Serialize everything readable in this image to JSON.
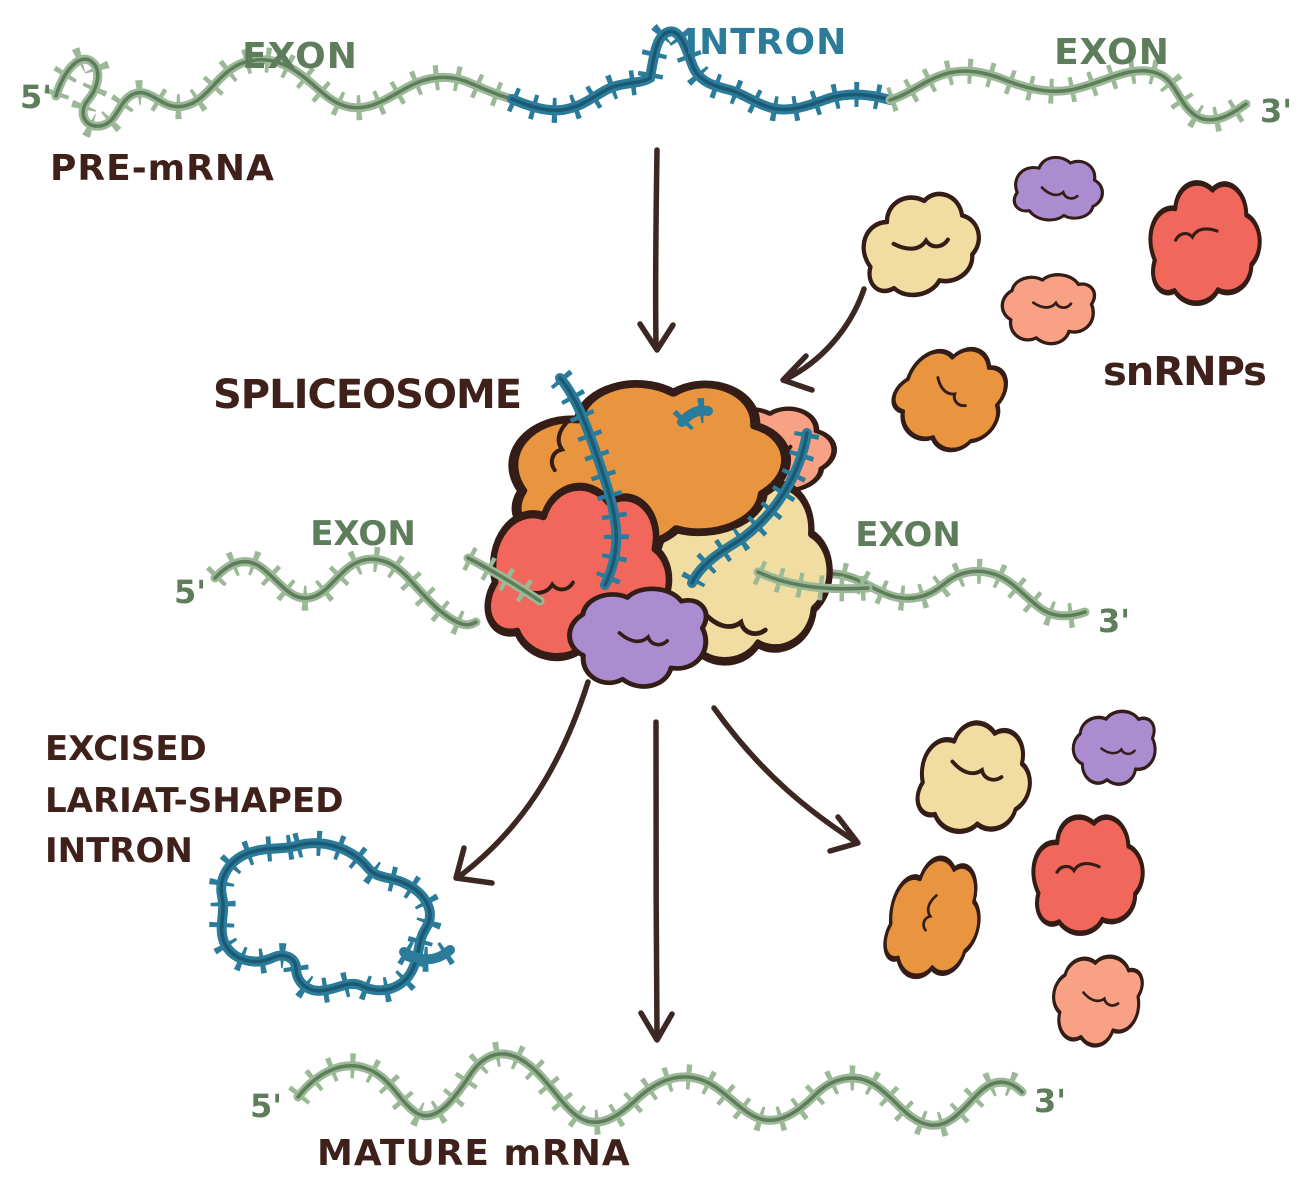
{
  "colors": {
    "background": "#ffffff",
    "exon_green": "#9BB897",
    "exon_green_dark": "#5E7D5B",
    "intron_teal": "#2B7B9A",
    "intron_teal_dark": "#1C5A74",
    "outline_brown": "#331D16",
    "text_brown": "#40201B",
    "arrow_brown": "#3C2723",
    "blob_cream": "#F1DCA2",
    "blob_purple": "#AC8CD0",
    "blob_red": "#F2675B",
    "blob_salmon": "#F9A184",
    "blob_orange": "#E9953F"
  },
  "pre_mrna": {
    "five_prime": "5'",
    "exon_left_label": "EXON",
    "intron_label": "INTRON",
    "exon_right_label": "EXON",
    "three_prime": "3'",
    "name_label": "PRE-mRNA"
  },
  "snrnps": {
    "label": "snRNPs"
  },
  "spliceosome": {
    "label": "SPLICEOSOME",
    "exon_left_label": "EXON",
    "exon_right_label": "EXON",
    "five_prime": "5'",
    "three_prime": "3'"
  },
  "excised_intron": {
    "label_line1": "EXCISED",
    "label_line2": "LARIAT-SHAPED",
    "label_line3": "INTRON"
  },
  "mature_mrna": {
    "label": "MATURE mRNA",
    "five_prime": "5'",
    "three_prime": "3'"
  }
}
